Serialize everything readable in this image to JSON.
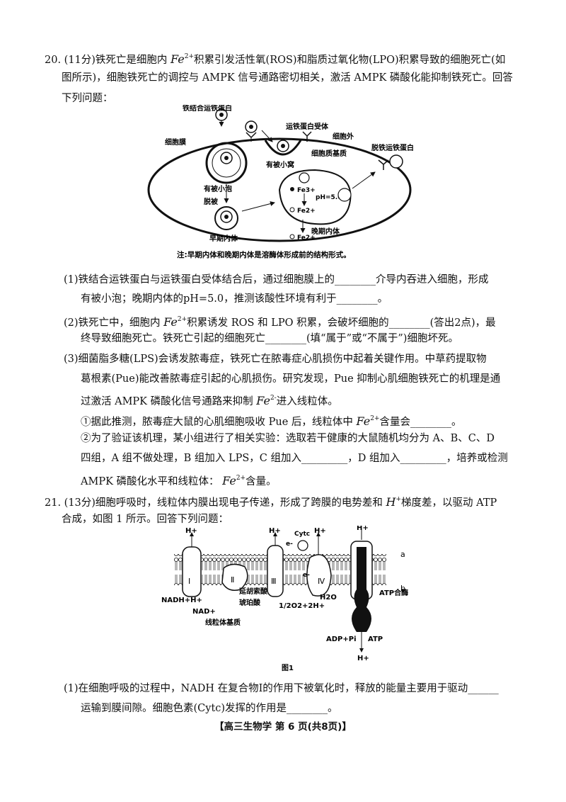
{
  "q20": {
    "l1a": "20. (11分)铁死亡是细胞内 ",
    "fe": "Fe",
    "sup2plus": "2+",
    "sup2minus": "2-",
    "l1b": "积累引发活性氧(ROS)和脂质过氧化物(LPO)积累导致的细胞死亡(如",
    "l2": "图所示)，细胞铁死亡的调控与 AMPK 信号通路密切相关，激活 AMPK 磷酸化能抑制铁死亡。回答",
    "l3": "下列问题：",
    "fig1": {
      "tf_label": "铁结合运铁蛋白",
      "membrane": "细胞膜",
      "receptor": "运铁蛋白受体",
      "outside": "细胞外",
      "matrix": "细胞质基质",
      "apo": "脱铁运铁蛋白",
      "coated_vesicle": "有被小泡",
      "coated_pit": "有被小窝",
      "uncoat": "脱被",
      "early": "早期内体",
      "late": "晚期内体",
      "fe3": "Fe3+",
      "fe2": "Fe2+",
      "ph": "pH=5.0",
      "note": "注:早期内体和晚期内体是溶酶体形成前的结构形式。"
    },
    "p1a": "(1)铁结合运铁蛋白与运铁蛋白受体结合后，通过细胞膜上的________介导内吞进入细胞，形成",
    "p1b": "有被小泡；晚期内体的pH=5.0，推测该酸性环境有利于________。",
    "p2a_pre": "(2)铁死亡中，细胞内 ",
    "p2a_post": "积累诱发 ROS 和 LPO 积累，会破坏细胞的________(答出2点)，最",
    "p2b": "终导致细胞死亡。铁死亡引起的细胞死亡________(填“属于”或“不属于”)细胞坏死。",
    "p3a": "(3)细菌脂多糖(LPS)会诱发脓毒症，铁死亡在脓毒症心肌损伤中起着关键作用。中草药提取物",
    "p3b": "葛根素(Pue)能改善脓毒症引起的心肌损伤。研究发现，Pue 抑制心肌细胞铁死亡的机理是通",
    "p3c_pre": "过激活 AMPK 磷酸化信号通路来抑制 ",
    "p3c_post": "进入线粒体。",
    "p3d_pre": "①据此推测，脓毒症大鼠的心肌细胞吸收 Pue 后，线粒体中 ",
    "p3d_post": "含量会________。",
    "p3e": "②为了验证该机理，某小组进行了相关实验：选取若干健康的大鼠随机均分为 A、B、C、D",
    "p3f": "四组，A 组不做处理，B 组加入 LPS，C 组加入_________，D 组加入_________，培养或检测",
    "p3g_pre": "AMPK 磷酸化水平和线粒体： ",
    "p3g_post": "含量。"
  },
  "q21": {
    "l1a": "21. (13分)细胞呼吸时，线粒体内膜出现电子传递，形成了跨膜的电势差和 ",
    "h": "H",
    "plus": "+",
    "l1b": "梯度差，以驱动 ATP",
    "l2": "合成，如图 1 所示。回答下列问题：",
    "fig": {
      "hplus": "H+",
      "cytc": "Cytc",
      "eminus": "e-",
      "I": "Ⅰ",
      "II": "Ⅱ",
      "III": "Ⅲ",
      "IV": "Ⅳ",
      "a": "a",
      "b": "b",
      "nadh": "NADH+H+",
      "nad": "NAD+",
      "fumarate": "延胡索酸",
      "succinate": "琥珀酸",
      "o2": "1/2O2+2H+",
      "h2o": "H2O",
      "atp_synthase": "ATP合酶",
      "adp": "ADP+Pi",
      "atp": "ATP",
      "matrix": "线粒体基质",
      "caption": "图1"
    },
    "p1a": "(1)在细胞呼吸的过程中，NADH 在复合物Ⅰ的作用下被氧化时，释放的能量主要用于驱动______",
    "p1b": "运输到膜间隙。细胞色素(Cytc)发挥的作用是________。"
  },
  "footer": "【高三生物学 第 6 页(共8页)】"
}
